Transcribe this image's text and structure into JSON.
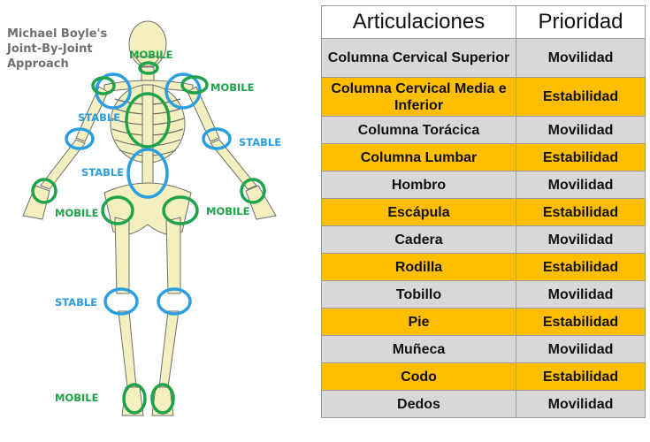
{
  "diagram": {
    "title_lines": [
      "Michael Boyle's",
      "Joint-By-Joint",
      "Approach"
    ],
    "labels": {
      "mobile_neck": "MOBILE",
      "mobile_shoulder": "MOBILE",
      "stable_arm_left": "STABLE",
      "stable_arm_right": "STABLE",
      "stable_lumbar": "STABLE",
      "mobile_hip_left": "MOBILE",
      "mobile_hip_right": "MOBILE",
      "stable_knee": "STABLE",
      "mobile_feet": "MOBILE"
    },
    "colors": {
      "mobile": "#1ea24a",
      "stable": "#2a9ee0",
      "bone": "#f4efbf"
    }
  },
  "table": {
    "headers": [
      "Articulaciones",
      "Prioridad"
    ],
    "rows": [
      {
        "joint": "Columna Cervical Superior",
        "priority": "Movilidad",
        "style": "grey"
      },
      {
        "joint": "Columna Cervical Media e Inferior",
        "priority": "Estabilidad",
        "style": "gold"
      },
      {
        "joint": "Columna Torácica",
        "priority": "Movilidad",
        "style": "grey"
      },
      {
        "joint": "Columna Lumbar",
        "priority": "Estabilidad",
        "style": "gold"
      },
      {
        "joint": "Hombro",
        "priority": "Movilidad",
        "style": "grey"
      },
      {
        "joint": "Escápula",
        "priority": "Estabilidad",
        "style": "gold"
      },
      {
        "joint": "Cadera",
        "priority": "Movilidad",
        "style": "grey"
      },
      {
        "joint": "Rodilla",
        "priority": "Estabilidad",
        "style": "gold"
      },
      {
        "joint": "Tobillo",
        "priority": "Movilidad",
        "style": "grey"
      },
      {
        "joint": "Pie",
        "priority": "Estabilidad",
        "style": "gold"
      },
      {
        "joint": "Muñeca",
        "priority": "Movilidad",
        "style": "grey"
      },
      {
        "joint": "Codo",
        "priority": "Estabilidad",
        "style": "gold"
      },
      {
        "joint": "Dedos",
        "priority": "Movilidad",
        "style": "grey"
      }
    ],
    "colors": {
      "grey": "#d8d8d8",
      "gold": "#ffbe00"
    }
  }
}
